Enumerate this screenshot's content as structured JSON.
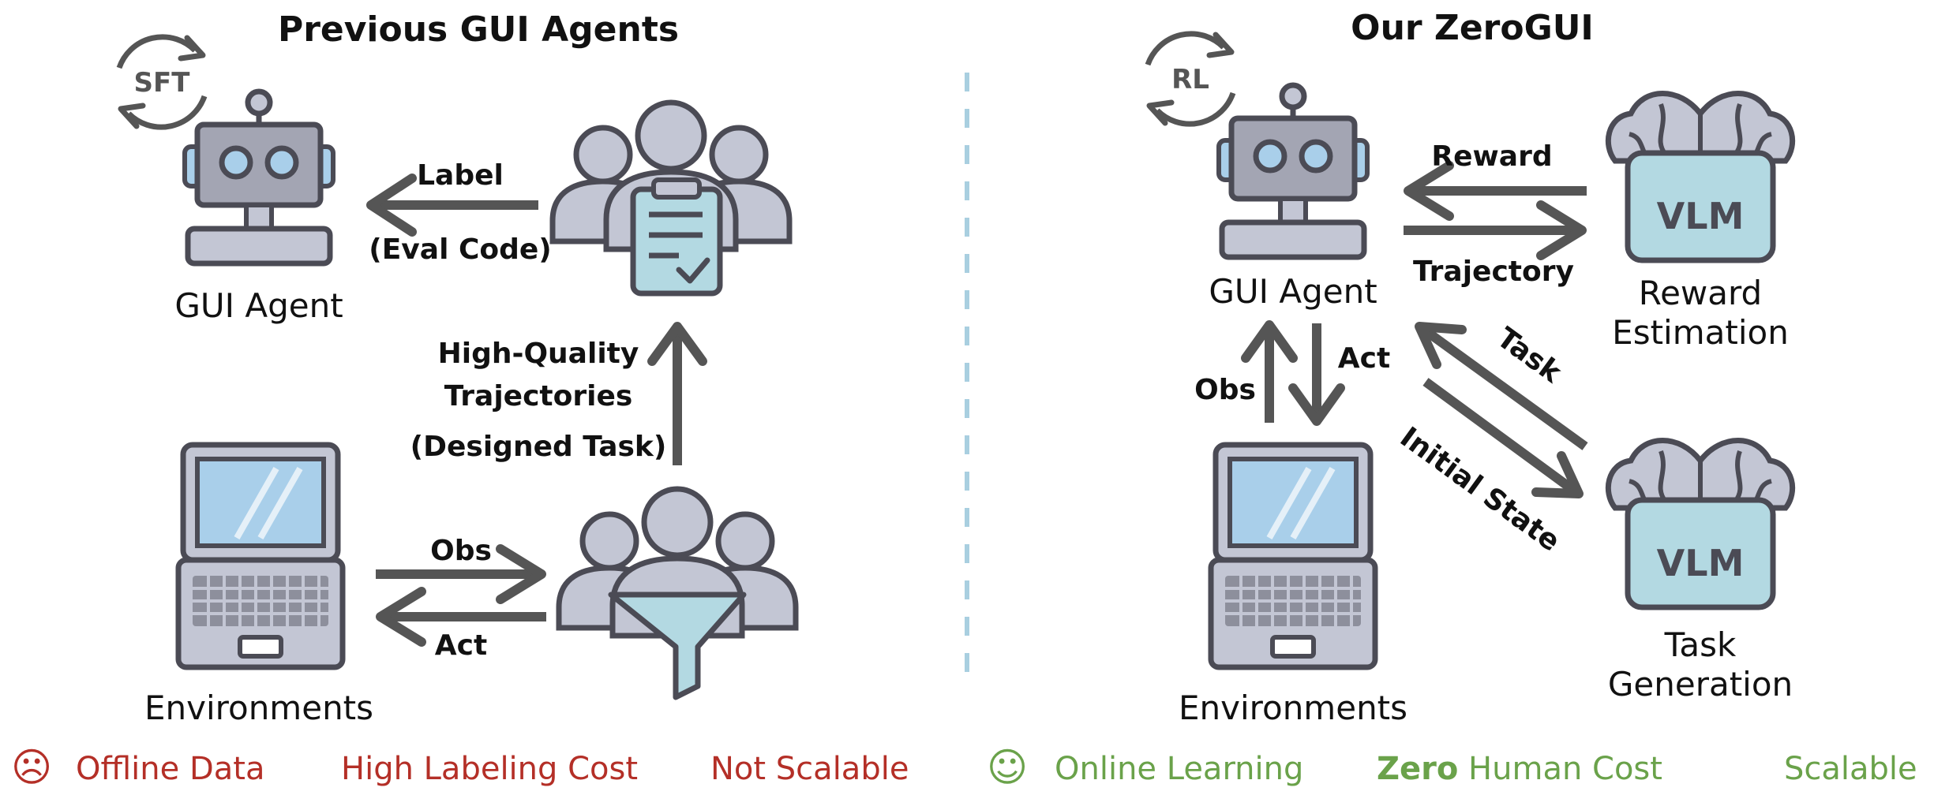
{
  "left": {
    "title": "Previous GUI Agents",
    "sft_label": "SFT",
    "gui_agent_label": "GUI Agent",
    "label_arrow": "Label",
    "eval_code": "(Eval Code)",
    "hq_line1": "High-Quality",
    "hq_line2": "Trajectories",
    "hq_line3": "(Designed Task)",
    "obs": "Obs",
    "act": "Act",
    "environments_label": "Environments"
  },
  "right": {
    "title": "Our ZeroGUI",
    "rl_label": "RL",
    "gui_agent_label": "GUI Agent",
    "reward": "Reward",
    "trajectory": "Trajectory",
    "vlm_top": "VLM",
    "reward_est_line1": "Reward",
    "reward_est_line2": "Estimation",
    "obs": "Obs",
    "act": "Act",
    "task": "Task",
    "initial_state": "Initial State",
    "vlm_bottom": "VLM",
    "task_gen_line1": "Task",
    "task_gen_line2": "Generation",
    "environments_label": "Environments"
  },
  "footer_left": {
    "face": "☹",
    "items": [
      "Offline Data",
      "High Labeling Cost",
      "Not Scalable"
    ]
  },
  "footer_right": {
    "face": "☺",
    "online": "Online Learning",
    "zero_bold": "Zero",
    "human_cost": " Human Cost",
    "scalable": "Scalable"
  },
  "colors": {
    "outline": "#4b4b55",
    "gray_fill": "#c3c6d4",
    "robot_fill": "#a3a5b3",
    "screen": "#a9cfea",
    "vlm_box": "#b3d9e2",
    "arrow": "#555555",
    "divider": "#a9cfe0",
    "red": "#b42f27",
    "green": "#6aa24a"
  }
}
